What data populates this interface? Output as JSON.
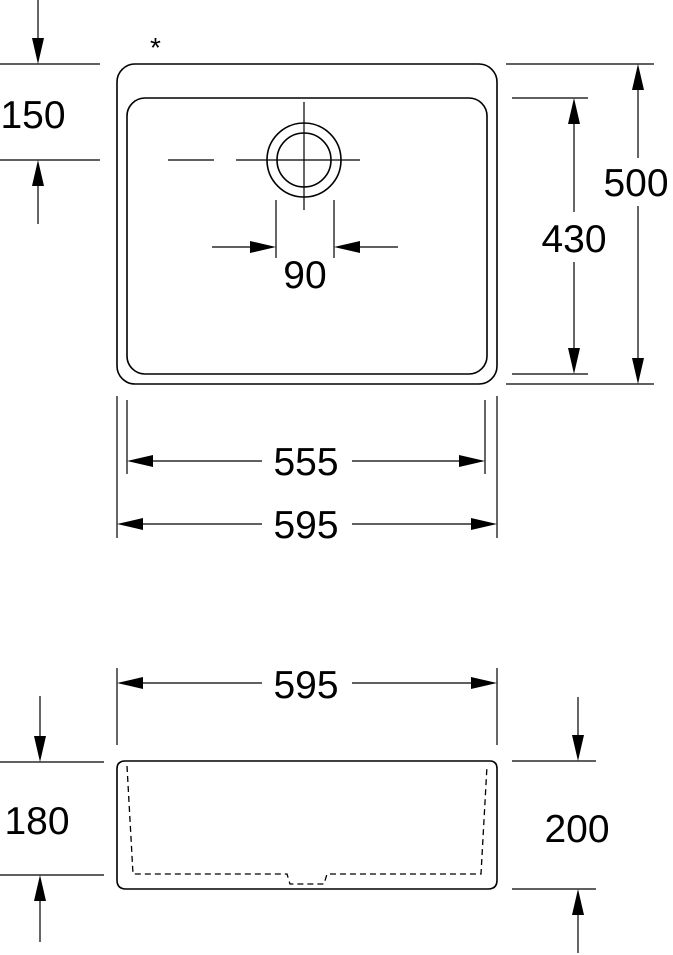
{
  "top_view": {
    "marker": "*",
    "dim_overall_width": "595",
    "dim_inner_width": "555",
    "dim_overall_depth": "500",
    "dim_inner_depth": "430",
    "dim_waste_offset": "150",
    "dim_waste_diameter": "90"
  },
  "front_view": {
    "dim_overall_width": "595",
    "dim_inner_height": "180",
    "dim_overall_height": "200"
  },
  "colors": {
    "line": "#000000",
    "background": "#ffffff"
  }
}
